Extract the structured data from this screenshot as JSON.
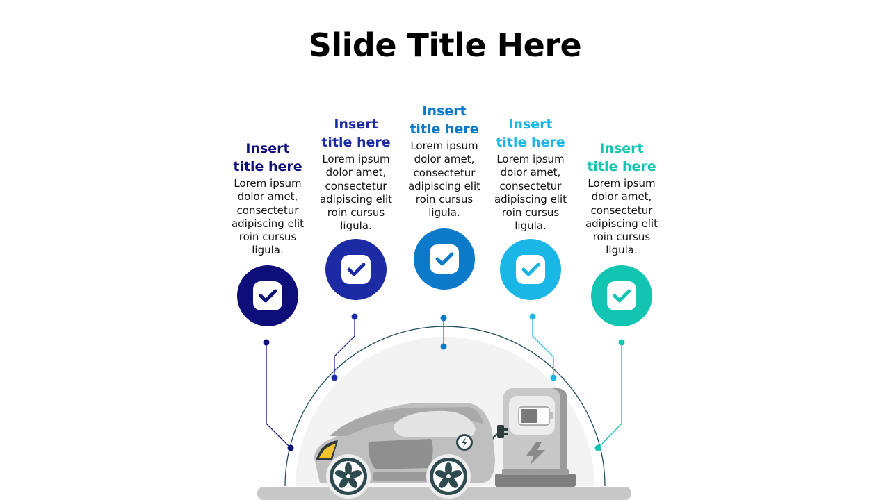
{
  "slide": {
    "title": "Slide Title Here"
  },
  "items": [
    {
      "title_line1": "Insert",
      "title_line2": "title here",
      "body_lines": [
        "Lorem ipsum",
        "dolor amet,",
        "consectetur",
        "adipiscing elit",
        "roin cursus",
        "ligula."
      ],
      "color": "#0e0e7a",
      "icon": "check-icon"
    },
    {
      "title_line1": "Insert",
      "title_line2": "title here",
      "body_lines": [
        "Lorem ipsum",
        "dolor amet,",
        "consectetur",
        "adipiscing elit",
        "roin cursus",
        "ligula."
      ],
      "color": "#1c2ba3",
      "icon": "check-icon"
    },
    {
      "title_line1": "Insert",
      "title_line2": "title here",
      "body_lines": [
        "Lorem ipsum",
        "dolor amet,",
        "consectetur",
        "adipiscing elit",
        "roin cursus",
        "ligula."
      ],
      "color": "#0b7ac9",
      "icon": "check-icon"
    },
    {
      "title_line1": "Insert",
      "title_line2": "title here",
      "body_lines": [
        "Lorem ipsum",
        "dolor amet,",
        "consectetur",
        "adipiscing elit",
        "roin cursus",
        "ligula."
      ],
      "color": "#1ab6e6",
      "icon": "check-icon"
    },
    {
      "title_line1": "Insert",
      "title_line2": "title here",
      "body_lines": [
        "Lorem ipsum",
        "dolor amet,",
        "consectetur",
        "adipiscing elit",
        "roin cursus",
        "ligula."
      ],
      "color": "#12c4b2",
      "icon": "check-icon"
    }
  ],
  "illustration": {
    "subject": "electric car charging at station",
    "icons": [
      "car-icon",
      "charging-station-icon",
      "battery-icon",
      "lightning-icon",
      "plug-icon"
    ]
  }
}
